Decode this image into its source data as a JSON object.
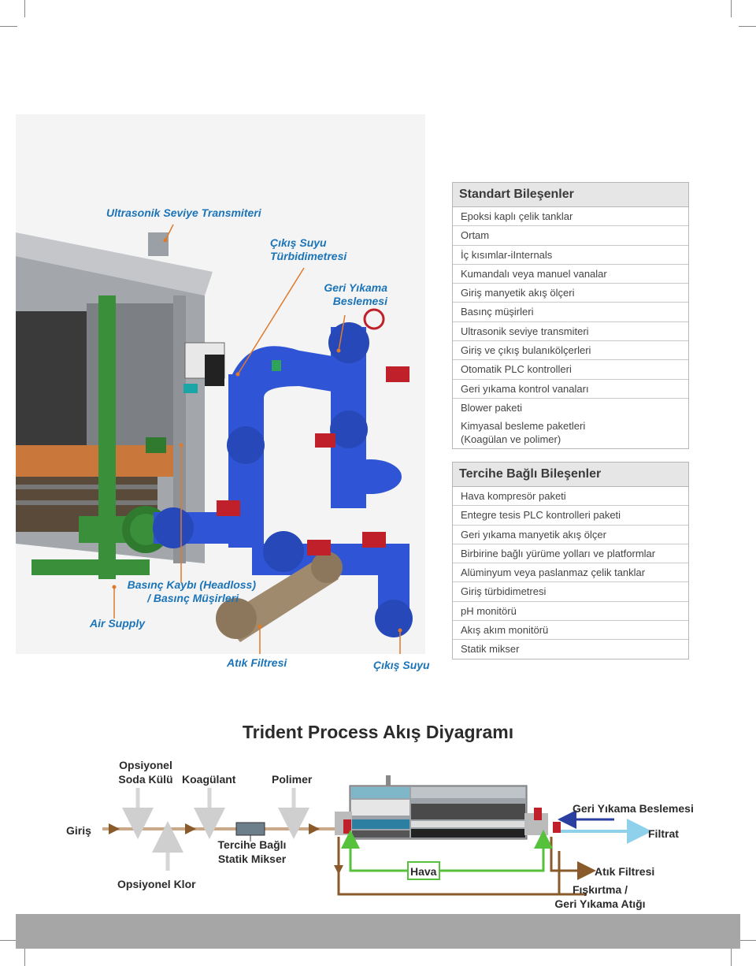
{
  "callouts": {
    "ultrasonik": "Ultrasonik Seviye Transmiteri",
    "cikis_turb_1": "Çıkış Suyu",
    "cikis_turb_2": "Türbidimetresi",
    "geri_yikama_1": "Geri Yıkama",
    "geri_yikama_2": "Beslemesi",
    "basinc_1": "Basınç Kaybı (Headloss)",
    "basinc_2": "/ Basınç Müşirleri",
    "air_supply": "Air Supply",
    "atik_filtresi": "Atık Filtresi",
    "cikis_suyu": "Çıkış Suyu"
  },
  "standard": {
    "title": "Standart Bileşenler",
    "items": [
      "Epoksi kaplı çelik tanklar",
      "Ortam",
      "İç kısımlar-iInternals",
      "Kumandalı veya manuel vanalar",
      "Giriş manyetik akış ölçeri",
      "Basınç müşirleri",
      "Ultrasonik seviye transmiteri",
      "Giriş ve çıkış bulanıkölçerleri",
      "Otomatik PLC kontrolleri",
      "Geri yıkama kontrol vanaları",
      "Blower paketi"
    ],
    "last_line_1": "Kimyasal besleme paketleri",
    "last_line_2": "(Koagülan ve polimer)"
  },
  "optional": {
    "title": "Tercihe Bağlı Bileşenler",
    "items": [
      "Hava kompresör paketi",
      "Entegre tesis PLC kontrolleri paketi",
      "Geri yıkama manyetik akış ölçer",
      "Birbirine bağlı yürüme yolları ve platformlar",
      "Alüminyum veya paslanmaz çelik tanklar",
      "Giriş türbidimetresi",
      "pH monitörü",
      "Akış akım monitörü",
      "Statik mikser"
    ]
  },
  "flow": {
    "title": "Trident Process Akış Diyagramı",
    "opsiyonel_1": "Opsiyonel",
    "opsiyonel_2": "Soda Külü",
    "koagulant": "Koagülant",
    "polimer": "Polimer",
    "giris": "Giriş",
    "mikser_1": "Tercihe Bağlı",
    "mikser_2": "Statik Mikser",
    "opsiyonel_klor": "Opsiyonel Klor",
    "hava": "Hava",
    "geri_yikama_beslemesi": "Geri Yıkama Beslemesi",
    "filtrat": "Filtrat",
    "atik_filtresi": "Atık Filtresi",
    "fiskirtma_1": "Fışkırtma /",
    "fiskirtma_2": "Geri Yıkama Atığı"
  },
  "colors": {
    "callout": "#1b74b8",
    "pipe_blue": "#2f55d6",
    "pipe_green": "#3a8f3a",
    "pipe_tan": "#a08a6e",
    "flow_brown": "#8b5a2b",
    "flow_green": "#56c13a",
    "flow_blue": "#2a3fa0",
    "flow_lightblue": "#8fd0ea"
  }
}
